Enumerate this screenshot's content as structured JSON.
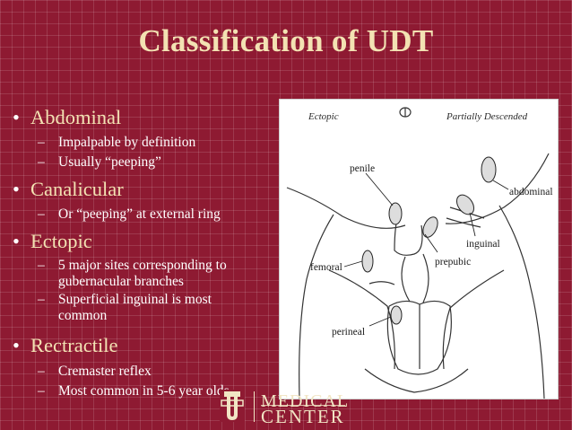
{
  "slide": {
    "title": "Classification of UDT",
    "bullets": [
      {
        "text": "Abdominal",
        "subs": [
          "Impalpable by definition",
          "Usually “peeping”"
        ]
      },
      {
        "text": "Canalicular",
        "subs": [
          "Or “peeping” at external ring"
        ]
      },
      {
        "text": "Ectopic",
        "subs": [
          "5 major sites corresponding to gubernacular branches",
          "Superficial inguinal is most common"
        ]
      },
      {
        "text": "Rectractile",
        "subs": [
          "Cremaster reflex",
          "Most common in 5-6 year olds"
        ]
      }
    ],
    "bullet_glyph": "•",
    "dash_glyph": "–"
  },
  "figure": {
    "header_left": "Ectopic",
    "header_right": "Partially Descended",
    "labels": {
      "penile": "penile",
      "abdominal": "abdominal",
      "inguinal": "inguinal",
      "femoral": "femoral",
      "prepubic": "prepubic",
      "perineal": "perineal"
    }
  },
  "logo": {
    "line1": "MEDICAL",
    "line2": "CENTER"
  },
  "colors": {
    "background": "#8e1a32",
    "title": "#f3e2b3",
    "text": "#ffffff"
  }
}
